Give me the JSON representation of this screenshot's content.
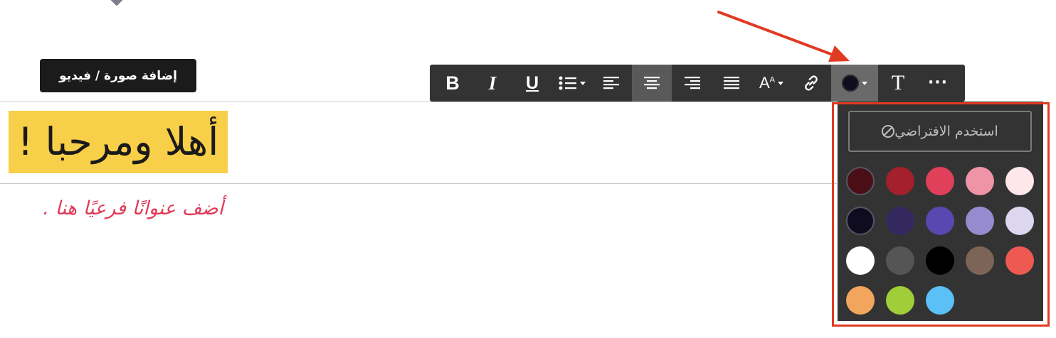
{
  "tooltip": {
    "add_media_label": "إضافة صورة / فيديو"
  },
  "content": {
    "heading": "أهلا ومرحبا !",
    "subheading": "أضف عنوانًا فرعيًا هنا ."
  },
  "toolbar": {
    "buttons": [
      {
        "name": "bold",
        "icon": "bold-icon"
      },
      {
        "name": "italic",
        "icon": "italic-icon"
      },
      {
        "name": "underline",
        "icon": "underline-icon"
      },
      {
        "name": "list",
        "icon": "bulleted-list-icon"
      },
      {
        "name": "align-left",
        "icon": "align-left-icon"
      },
      {
        "name": "align-center",
        "icon": "align-center-icon",
        "active": true
      },
      {
        "name": "align-right",
        "icon": "align-right-icon"
      },
      {
        "name": "justify",
        "icon": "align-justify-icon"
      },
      {
        "name": "font-size",
        "icon": "font-size-icon"
      },
      {
        "name": "link",
        "icon": "link-icon"
      },
      {
        "name": "text-color",
        "icon": "color-dot-icon",
        "active": true
      },
      {
        "name": "text-style",
        "icon": "text-style-icon"
      },
      {
        "name": "more",
        "icon": "more-icon"
      }
    ],
    "bold_glyph": "B",
    "italic_glyph": "I",
    "underline_glyph": "U",
    "font_size_glyph": "A",
    "font_size_sup": "A",
    "text_style_glyph": "T",
    "more_glyph": "···",
    "current_color": "#0f0e20"
  },
  "color_panel": {
    "default_button_label": "استخدم الافتراضي",
    "swatches": [
      [
        "#4a0f16",
        "#a3202c",
        "#e0405a",
        "#ef94a6",
        "#fde7ea"
      ],
      [
        "#0e0c1e",
        "#34295f",
        "#5848b0",
        "#978bd0",
        "#dcd6ef"
      ],
      [
        "#ffffff",
        "#555555",
        "#000000",
        "#7c6558",
        "#ee5a52"
      ],
      [
        "#f2a55c",
        "#a2cd3a",
        "#5bc0f5"
      ]
    ]
  },
  "annotation": {
    "highlight_color": "#e03b22"
  }
}
